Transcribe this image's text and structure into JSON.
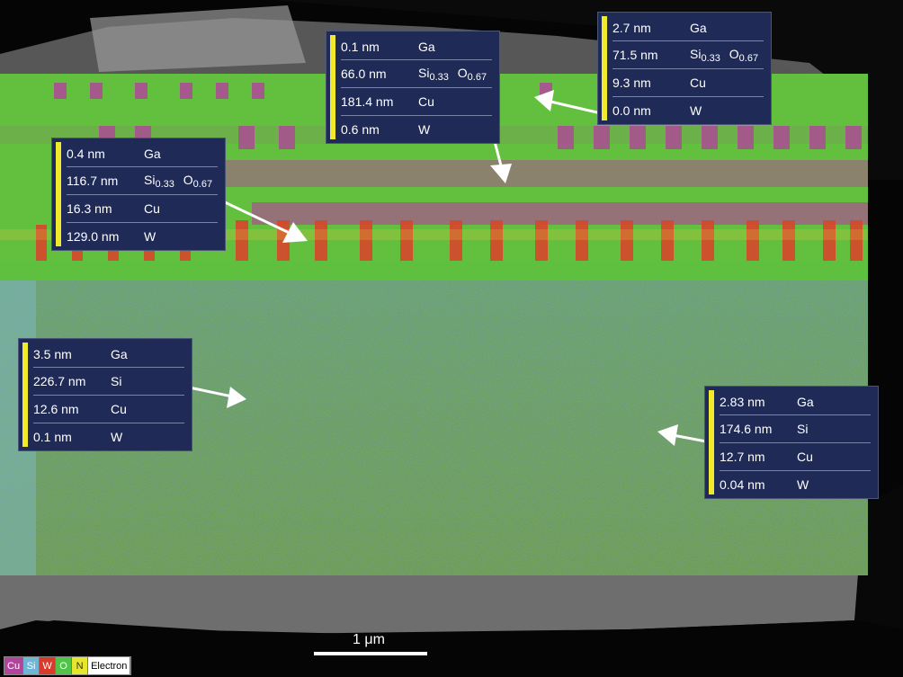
{
  "panels": [
    {
      "id": "panel-top-left",
      "rows": [
        {
          "value": "0.4 nm",
          "element": "Ga"
        },
        {
          "value": "116.7 nm",
          "element_main": "Si",
          "element_sub": "0.33",
          "element_main2": "O",
          "element_sub2": "0.67"
        },
        {
          "value": "16.3 nm",
          "element": "Cu"
        },
        {
          "value": "129.0 nm",
          "element": "W"
        }
      ]
    },
    {
      "id": "panel-top-center",
      "rows": [
        {
          "value": "0.1 nm",
          "element": "Ga"
        },
        {
          "value": "66.0 nm",
          "element_main": "Si",
          "element_sub": "0.33",
          "element_main2": "O",
          "element_sub2": "0.67"
        },
        {
          "value": "181.4 nm",
          "element": "Cu"
        },
        {
          "value": "0.6 nm",
          "element": "W"
        }
      ]
    },
    {
      "id": "panel-top-right",
      "rows": [
        {
          "value": "2.7 nm",
          "element": "Ga"
        },
        {
          "value": "71.5 nm",
          "element_main": "Si",
          "element_sub": "0.33",
          "element_main2": "O",
          "element_sub2": "0.67"
        },
        {
          "value": "9.3 nm",
          "element": "Cu"
        },
        {
          "value": "0.0 nm",
          "element": "W"
        }
      ]
    },
    {
      "id": "panel-bottom-left",
      "rows": [
        {
          "value": "3.5 nm",
          "element": "Ga"
        },
        {
          "value": "226.7 nm",
          "element": "Si"
        },
        {
          "value": "12.6 nm",
          "element": "Cu"
        },
        {
          "value": "0.1 nm",
          "element": "W"
        }
      ]
    },
    {
      "id": "panel-bottom-right",
      "rows": [
        {
          "value": "2.83 nm",
          "element": "Ga"
        },
        {
          "value": "174.6 nm",
          "element": "Si"
        },
        {
          "value": "12.7 nm",
          "element": "Cu"
        },
        {
          "value": "0.04 nm",
          "element": "W"
        }
      ]
    }
  ],
  "scalebar": {
    "label": "1 μm"
  },
  "legend": [
    {
      "label": "Cu",
      "color": "#b0469a"
    },
    {
      "label": "Si",
      "color": "#6fb6d6"
    },
    {
      "label": "W",
      "color": "#d83a2c"
    },
    {
      "label": "O",
      "color": "#4fc34a"
    },
    {
      "label": "N",
      "color": "#e6e62e"
    },
    {
      "label": "Electron",
      "color": "#ffffff"
    }
  ],
  "colors": {
    "panel_bg": "#1f2a57",
    "panel_accent": "#f1ea2c",
    "substrate": "#6f9a5a",
    "oxide_green": "#5fc040",
    "cu_magenta": "#b0469a",
    "w_red": "#d8462c"
  }
}
